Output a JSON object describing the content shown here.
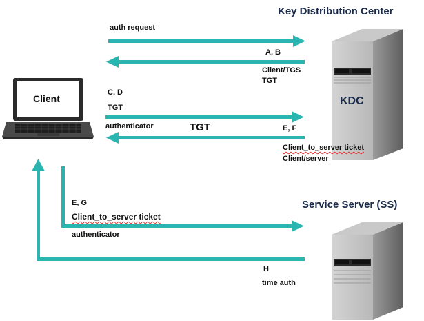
{
  "headings": {
    "kdc_center": "Key Distribution Center",
    "service_server": "Service Server (SS)"
  },
  "nodes": {
    "client": "Client",
    "kdc": "KDC"
  },
  "messages": {
    "auth_request": "auth request",
    "ab": "A, B",
    "client_tgs": "Client/TGS",
    "tgt1": "TGT",
    "cd": "C, D",
    "tgt2": "TGT",
    "authenticator1": "authenticator",
    "tgt_big": "TGT",
    "ef": "E, F",
    "cts_ticket1": "Client_to_server ticket",
    "client_server": "Client/server",
    "eg": "E, G",
    "cts_ticket2": "Client_to_server ticket",
    "authenticator2": "authenticator",
    "h": "H",
    "time_auth": "time auth"
  },
  "colors": {
    "arrow": "#2ab5b0",
    "heading": "#1a2a4a"
  }
}
